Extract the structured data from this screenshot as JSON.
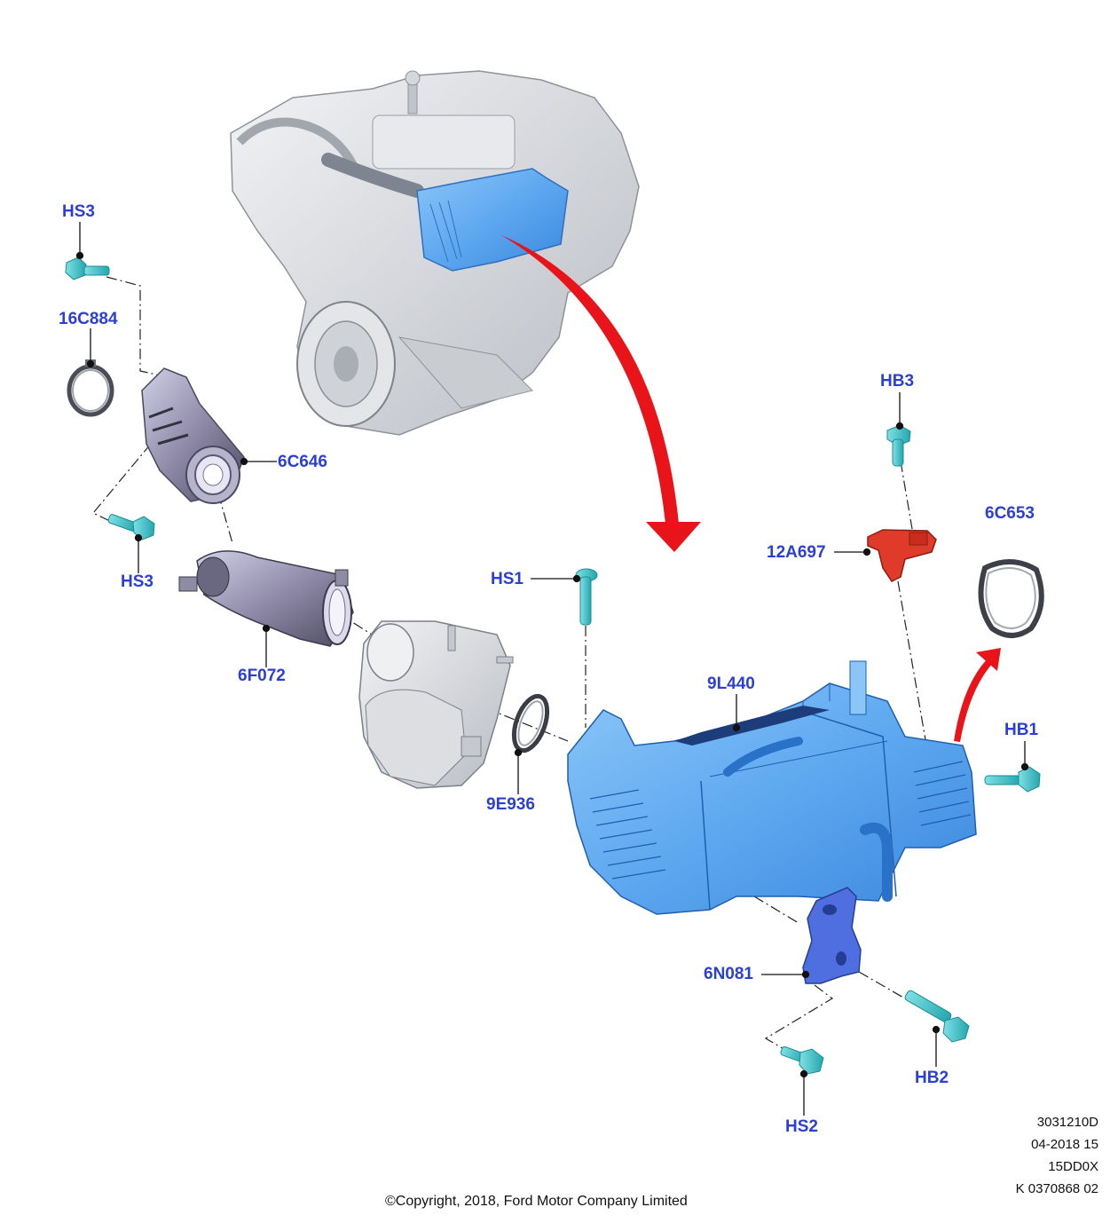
{
  "callouts": {
    "hs3_top": "HS3",
    "c16c884": "16C884",
    "c6c646": "6C646",
    "hs3_bottom": "HS3",
    "c6f072": "6F072",
    "hs1": "HS1",
    "c9e936": "9E936",
    "c9l440": "9L440",
    "hb3": "HB3",
    "c12a697": "12A697",
    "c6c653": "6C653",
    "hb1": "HB1",
    "c6n081": "6N081",
    "hb2": "HB2",
    "hs2": "HS2"
  },
  "meta": {
    "line1": "3031210D",
    "line2": "04-2018 15",
    "line3": "15DD0X",
    "line4": "K 0370868 02"
  },
  "copyright": "©Copyright, 2018, Ford Motor Company Limited",
  "colors": {
    "callout": "#2b3fd6",
    "cooler": "#5ea8f0",
    "fastener": "#3fc2c9",
    "sensor": "#e03b2a",
    "arrow": "#e8141a",
    "engine": "#d4d7dc",
    "bracket": "#4f6fe0"
  },
  "icons": [
    "engine-illustration",
    "egr-cooler",
    "egr-valve",
    "tube",
    "clamp",
    "gasket",
    "bolt",
    "sensor",
    "bracket",
    "red-arrow"
  ]
}
